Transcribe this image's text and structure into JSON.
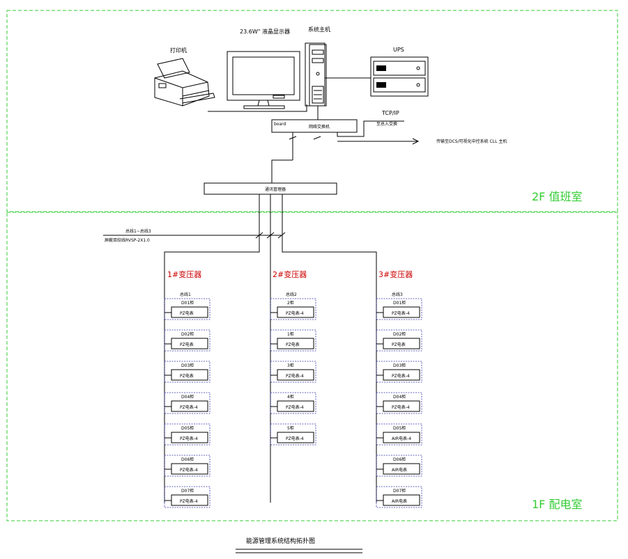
{
  "zones": {
    "upper": "2F 值班室",
    "lower": "1F 配电室"
  },
  "equipment": {
    "printer": "打印机",
    "monitor": "23.6W\" 液晶显示器",
    "host": "系统主机",
    "ups": "UPS",
    "switch_left": "board",
    "switch": "网络交换机",
    "tcpip": "TCP/IP",
    "tcpip_sub": "至总入交换",
    "dcs_link": "传输至DCS/可视化中控系统 CLL 主机",
    "converter": "通讯管理器",
    "bus1": "总线1~总线3",
    "bus2": "屏蔽双绞线RVSP-2X1.0"
  },
  "transformers": [
    {
      "title": "1#变压器",
      "bus": "总线1",
      "cabinets": [
        {
          "label": "D01柜",
          "meter": "PZ电表"
        },
        {
          "label": "D02柜",
          "meter": "PZ电表"
        },
        {
          "label": "D03柜",
          "meter": "PZ电表"
        },
        {
          "label": "D04柜",
          "meter": "PZ电表-4"
        },
        {
          "label": "D05柜",
          "meter": "PZ电表-4"
        },
        {
          "label": "D06柜",
          "meter": "PZ电表-4"
        },
        {
          "label": "D07柜",
          "meter": "PZ电表-4"
        }
      ]
    },
    {
      "title": "2#变压器",
      "bus": "总线2",
      "cabinets": [
        {
          "label": "2柜",
          "meter": "PZ电表-4"
        },
        {
          "label": "1柜",
          "meter": "PZ电表"
        },
        {
          "label": "3柜",
          "meter": "PZ电表-4"
        },
        {
          "label": "4柜",
          "meter": "PZ电表-4"
        },
        {
          "label": "5柜",
          "meter": "PZ电表-4"
        }
      ]
    },
    {
      "title": "3#变压器",
      "bus": "总线3",
      "cabinets": [
        {
          "label": "D01柜",
          "meter": "PZ电表-4"
        },
        {
          "label": "D02柜",
          "meter": "PZ电表"
        },
        {
          "label": "D03柜",
          "meter": "PZ电表-4"
        },
        {
          "label": "D04柜",
          "meter": "PZ电表-4"
        },
        {
          "label": "D05柜",
          "meter": "AIR电表-4"
        },
        {
          "label": "D06柜",
          "meter": "AIR电表"
        },
        {
          "label": "D07柜",
          "meter": "AIR电表"
        }
      ]
    }
  ],
  "footer": {
    "caption": "能源管理系统结构拓扑图"
  }
}
